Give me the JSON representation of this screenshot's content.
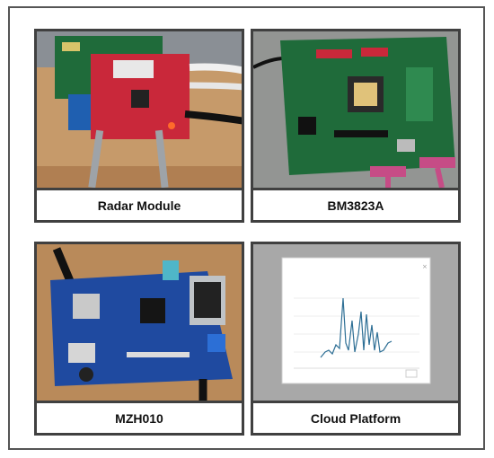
{
  "panels": [
    {
      "caption": "Radar Module",
      "image": "radar-module-photo"
    },
    {
      "caption": "BM3823A",
      "image": "bm3823a-board-photo"
    },
    {
      "caption": "MZH010",
      "image": "mzh010-board-photo"
    },
    {
      "caption": "Cloud Platform",
      "image": "cloud-platform-chart-screenshot"
    }
  ],
  "colors": {
    "frame": "#404040",
    "pcb_green": "#1f6b3a",
    "pcb_red": "#c9283a",
    "pcb_blue": "#1f4aa0",
    "wood": "#b98a5a",
    "chart_line": "#2e6f95"
  }
}
